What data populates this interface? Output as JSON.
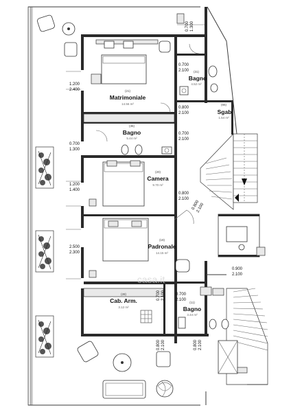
{
  "rooms": {
    "matrimoniale": {
      "name": "Matrimoniale",
      "num": "(21)",
      "area": "14.56 m²"
    },
    "bagno31": {
      "name": "Bagno",
      "num": "(31)",
      "area": "4.52 m²"
    },
    "sgab": {
      "name": "Sgab",
      "num": "(65)",
      "area": "1.54 m²"
    },
    "bagno36": {
      "name": "Bagno",
      "num": "(36)",
      "area": "5.44 m²"
    },
    "camera": {
      "name": "Camera",
      "num": "(20)",
      "area": "9.70 m²"
    },
    "padronale": {
      "name": "Padronale",
      "num": "(19)",
      "area": "14.15 m²"
    },
    "cabarm": {
      "name": "Cab. Arm.",
      "num": "(28)",
      "area": "3.12 m²"
    },
    "bagno11": {
      "name": "Bagno",
      "num": "(11)",
      "area": "3.44 m²"
    }
  },
  "dims": {
    "d1a": "0.700",
    "d1b": "1.300",
    "d2a": "0.700",
    "d2b": "2.100",
    "d3a": "1.200",
    "d3b": "2.400",
    "d4a": "0.800",
    "d4b": "2.100",
    "d5a": "0.700",
    "d5b": "1.300",
    "d6a": "0.700",
    "d6b": "2.100",
    "d7a": "1.200",
    "d7b": "1.400",
    "d8a": "0.800",
    "d8b": "2.100",
    "d9a": "0.800",
    "d9b": "2.100",
    "d10a": "2.500",
    "d10b": "2.300",
    "d11a": "0.900",
    "d11b": "2.100",
    "d12a": "0.700",
    "d12b": "2.100",
    "d13a": "0.700",
    "d13b": "2.100",
    "d14a": "0.800",
    "d14b": "2.100",
    "d15a": "0.800",
    "d15b": "2.100"
  },
  "watermark": {
    "text": "casa.it"
  }
}
